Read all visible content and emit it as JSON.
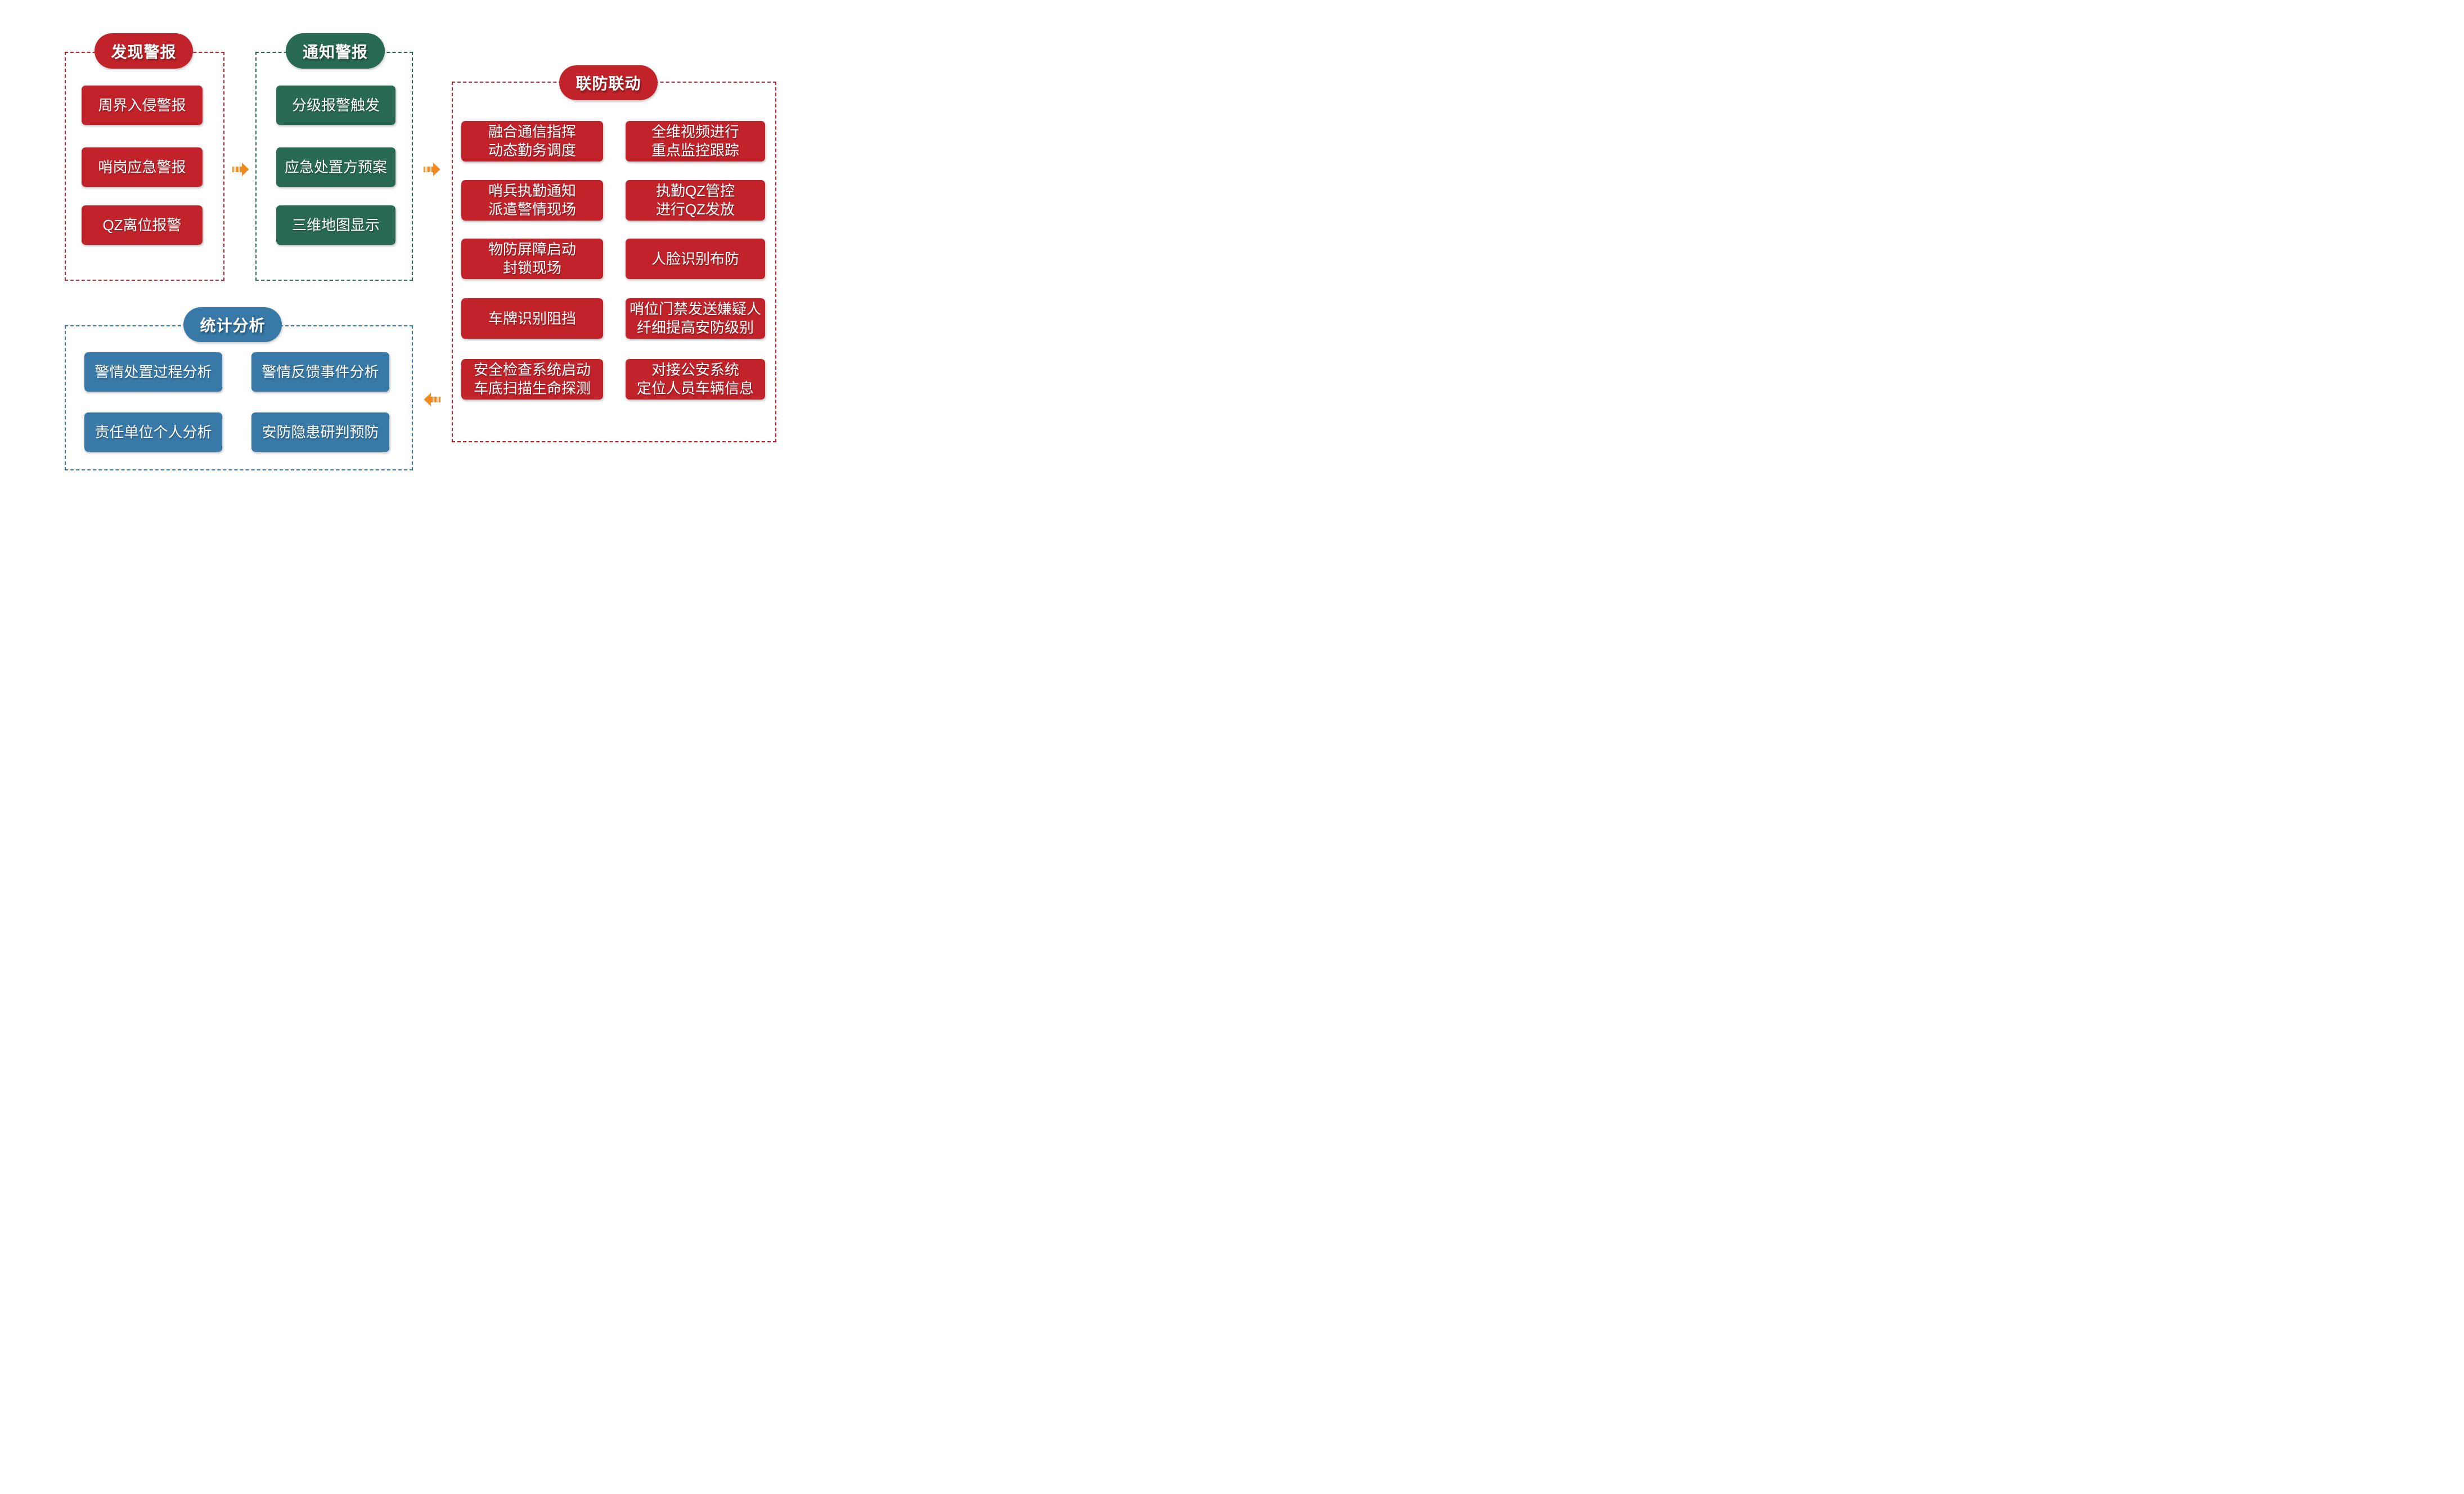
{
  "colors": {
    "red": "#C2232A",
    "green": "#296A52",
    "blue": "#3879A7",
    "arrow_orange": "#F08A1E",
    "arrow_orange_light": "#F8C48F",
    "background": "#FFFFFF",
    "text": "#FFFFFF"
  },
  "flow": {
    "discover": {
      "title": "发现警报",
      "items": [
        "周界入侵警报",
        "哨岗应急警报",
        "QZ离位报警"
      ]
    },
    "notify": {
      "title": "通知警报",
      "items": [
        "分级报警触发",
        "应急处置方预案",
        "三维地图显示"
      ]
    },
    "joint": {
      "title": "联防联动",
      "left": [
        [
          "融合通信指挥",
          "动态勤务调度"
        ],
        [
          "哨兵执勤通知",
          "派遣警情现场"
        ],
        [
          "物防屏障启动",
          "封锁现场"
        ],
        [
          "车牌识别阻挡",
          ""
        ],
        [
          "安全检查系统启动",
          "车底扫描生命探测"
        ]
      ],
      "right": [
        [
          "全维视频进行",
          "重点监控跟踪"
        ],
        [
          "执勤QZ管控",
          "进行QZ发放"
        ],
        [
          "人脸识别布防",
          ""
        ],
        [
          "哨位门禁发送嫌疑人",
          "纤细提高安防级别"
        ],
        [
          "对接公安系统",
          "定位人员车辆信息"
        ]
      ]
    },
    "stats": {
      "title": "统计分析",
      "items": [
        "警情处置过程分析",
        "警情反馈事件分析",
        "责任单位个人分析",
        "安防隐患研判预防"
      ]
    }
  }
}
